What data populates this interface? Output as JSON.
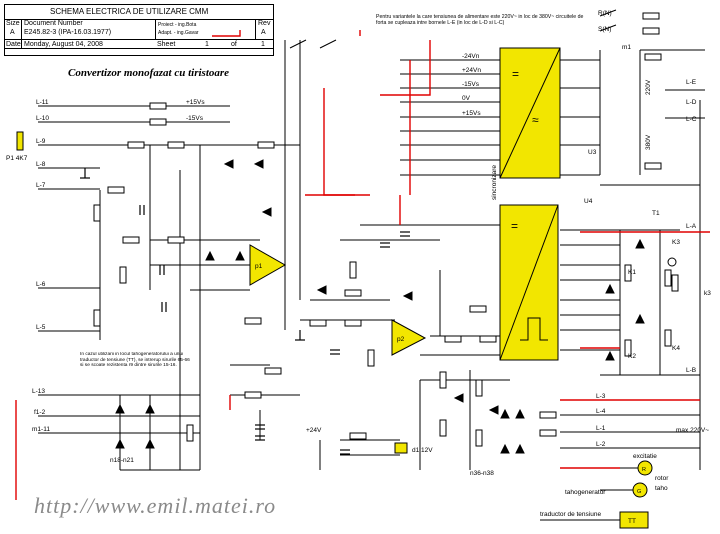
{
  "title_block": {
    "title": "SCHEMA ELECTRICA DE UTILIZARE CMM",
    "size_label": "Size",
    "size_value": "A",
    "docnum_label": "Document Number",
    "docnum_value": "E245.82-3 (IPA-16.03.1977)",
    "project": "Proiect - ing.Bota",
    "redesign": "Adapt. - ing.Gavar",
    "rev_label": "Rev",
    "rev_value": "A",
    "date_label": "Date",
    "date_value": "Monday, August 04, 2008",
    "sheet_label": "Sheet",
    "sheet_value": "1",
    "of_label": "of",
    "of_value": "1"
  },
  "main_title": "Convertizor monofazat cu tiristoare",
  "top_note": "Pentru variantele la care tensiunea de alimentare este 220V~ in loc de 380V~ circuitele de forta se cupleaza intre bornele L-E (in loc de L-D si L-C)",
  "watermark": "http://www.emil.matei.ro",
  "side_note": "In cazul utilizarii in locul tahogeneratorului a unui traductor de tensiune (TT), se intrerup sirurile 65-66 si se scoate rezistenta r9 dintre sirurile 15-16.",
  "terminals_left": [
    "L-11",
    "L-10",
    "L-9",
    "L-8",
    "L-7",
    "L-6",
    "L-5",
    "L-13",
    "f1-2",
    "m1-11"
  ],
  "terminals_right": [
    "L-E",
    "L-D",
    "L-C",
    "L-A",
    "L-B",
    "L-3",
    "L-4",
    "L-1",
    "L-2"
  ],
  "rails": [
    "-24Vn",
    "+24Vn",
    "-15Vs",
    "0V",
    "+15Vs",
    "+15Vs",
    "-15Vs",
    "+24V"
  ],
  "blocks": {
    "sincronizare": "sincronizare",
    "p1": "p1",
    "p2": "p2",
    "tt": "TT",
    "k1": "K1",
    "k2": "K2",
    "k3": "K3",
    "k4": "K4"
  },
  "labels": {
    "excitatie": "excitatie",
    "rotor": "rotor",
    "taho": "taho",
    "tahogenerator": "tahogenerator",
    "traductor": "traductor de tensiune",
    "max": "max 220V~",
    "rs": "R(N)",
    "sn": "S(N)",
    "u4": "U4",
    "t1": "T1",
    "u3": "U3",
    "m1": "m1",
    "p1pot": "P1\n4K7",
    "d1": "d1\n12V",
    "v220": "220V",
    "v380": "380V",
    "k3b": "k3",
    "n36": "n36-n38",
    "n18": "n18-n21"
  },
  "colors": {
    "block_fill": "#f2e600",
    "wire": "#000000",
    "red_wire": "#e00000",
    "watermark": "#8a8a8a"
  }
}
